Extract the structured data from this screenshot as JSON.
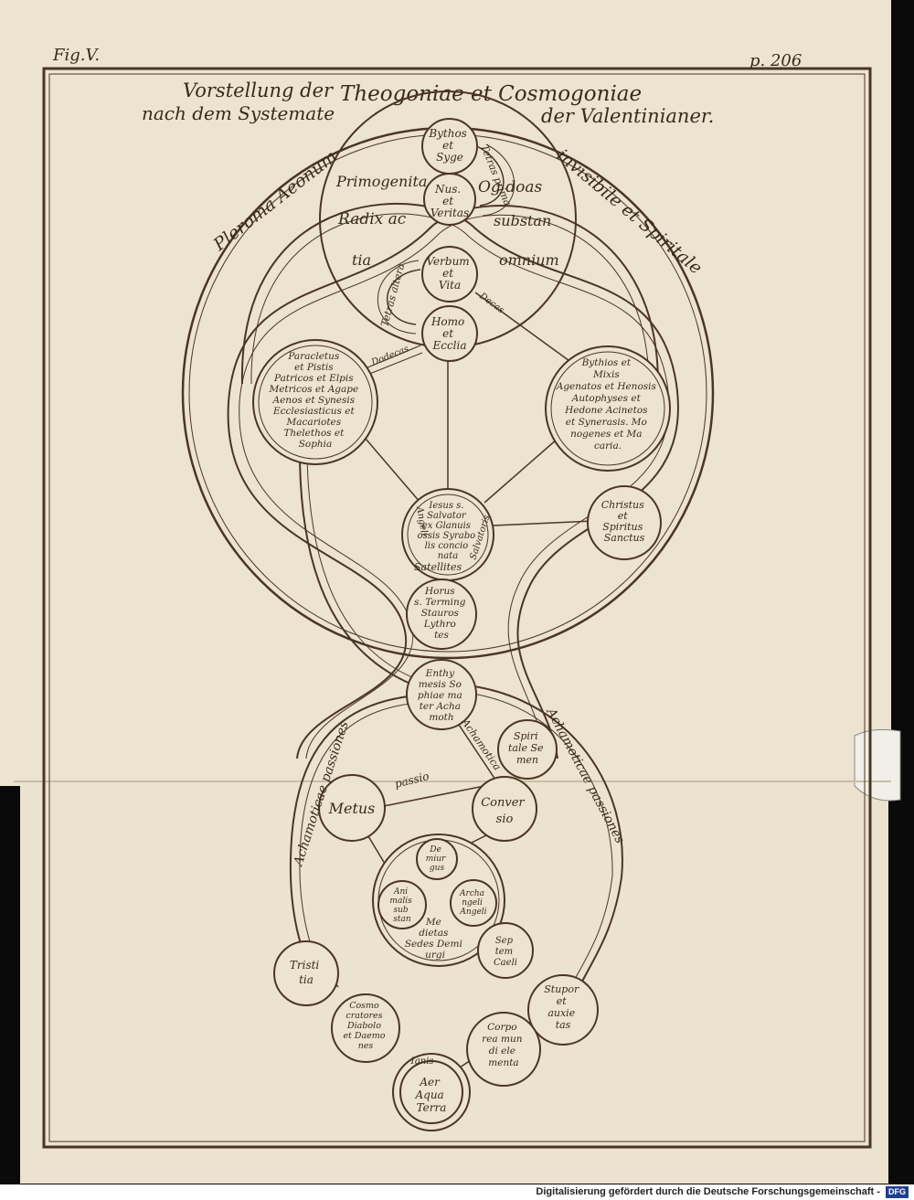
{
  "plate": {
    "fig": "Fig.V.",
    "page": "p. 206",
    "title_line1_a": "Vorstellung der",
    "title_line1_b": "Theogoniae et Cosmogoniae",
    "title_line2_a": "nach dem Systemate",
    "title_line2_b": "der Valentinianer."
  },
  "arcs": {
    "pleroma": "Pleroma Aeonum",
    "invisibile": "invisibile et Spiritale",
    "primogenita": "Primogenita",
    "ogdoas": "Og doas",
    "radix": "Radix ac",
    "substantia_a": "substan",
    "substantia_b": "tia",
    "omnium": "omnium",
    "tetras_prima": "Tetras prima",
    "tetras_altera": "Tetras altera",
    "decas": "Decas",
    "dodecas": "Dodecas",
    "angeli": "Angeli",
    "satellites": "Satellites",
    "salvatoris": "Salvatoris",
    "achamotica_left": "Achamoticae passiones",
    "achamotica_right": "Achamoticae passiones",
    "achamotica_mid": "Achamotica",
    "passio": "passio"
  },
  "circles": {
    "bythos": [
      "Bythos",
      "et",
      "Syge"
    ],
    "nus": [
      "Nus.",
      "et",
      "Veritas"
    ],
    "verbum": [
      "Verbum",
      "et",
      "Vita"
    ],
    "homo": [
      "Homo",
      "et",
      "Ecclia"
    ],
    "left": [
      "Paracletus",
      "et Pistis",
      "Patricos et Elpis",
      "Metricos et Agape",
      "Aenos et Synesis",
      "Ecclesiasticus et",
      "Macariotes",
      "Thelethos et",
      "Sophia"
    ],
    "right": [
      "Bythios et",
      "Mixis",
      "Agenatos et Henosis",
      "Autophyses et",
      "Hedone Acinetos",
      "et Synerasis. Mo",
      "nogenes et Ma",
      "caria."
    ],
    "jesus": [
      "Iesus s.",
      "Salvator",
      "ex Glanuis",
      "ossis Syrabo",
      "lis concio",
      "nata"
    ],
    "christus": [
      "Christus",
      "et",
      "Spiritus",
      "Sanctus"
    ],
    "horus": [
      "Horus",
      "s. Terming",
      "Stauros",
      "Lythro",
      "tes"
    ],
    "enthymesis": [
      "Enthy",
      "mesis So",
      "phiae ma",
      "ter Acha",
      "moth"
    ],
    "spiritale": [
      "Spiri",
      "tale Se",
      "men"
    ],
    "metus": [
      "Metus"
    ],
    "conversio": [
      "Conver",
      "sio"
    ],
    "demiurgus": [
      "De",
      "miur",
      "gus"
    ],
    "animalis": [
      "Ani",
      "malis",
      "sub",
      "stan"
    ],
    "archangeli": [
      "Archa",
      "ngeli",
      "Angeli"
    ],
    "medietas": [
      "Me",
      "dietas",
      "Sedes Demi",
      "urgi"
    ],
    "septem": [
      "Sep",
      "tem",
      "Caeli"
    ],
    "tristitia": [
      "Tristi",
      "tia"
    ],
    "cosmocratores": [
      "Cosmo",
      "cratores",
      "Diabolo",
      "et Daemo",
      "nes"
    ],
    "stupor": [
      "Stupor",
      "et",
      "auxie",
      "tas"
    ],
    "corporea": [
      "Corpo",
      "rea mun",
      "di ele",
      "menta"
    ],
    "elements": [
      "Ignis",
      "Aer",
      "Aqua",
      "Terra"
    ]
  },
  "footer": {
    "text": "Digitalisierung gefördert durch die Deutsche Forschungsgemeinschaft -",
    "logo": "DFG"
  },
  "colors": {
    "paper": "#efe6d4",
    "ink": "#3a2a1a"
  }
}
